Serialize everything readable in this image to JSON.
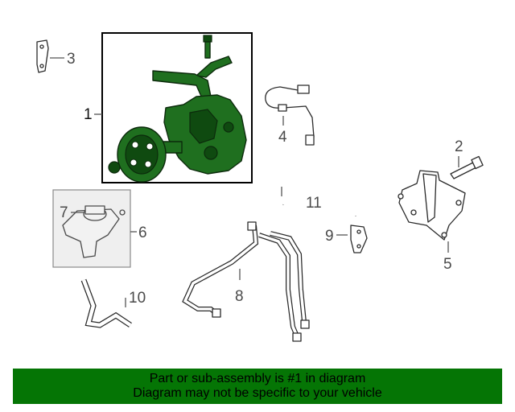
{
  "diagram": {
    "callouts": {
      "c1": "1",
      "c2": "2",
      "c3": "3",
      "c4": "4",
      "c5": "5",
      "c6": "6",
      "c7": "7",
      "c8": "8",
      "c9": "9",
      "c10": "10",
      "c11": "11"
    },
    "colors": {
      "highlight_part": "#1f6f1f",
      "highlight_box_border": "#000000",
      "reservoir_box_fill": "#efefef",
      "banner_background": "#057505"
    }
  },
  "banner": {
    "line1": "Part or sub-assembly is #1 in diagram",
    "line2": "Diagram may not be specific to your vehicle"
  }
}
